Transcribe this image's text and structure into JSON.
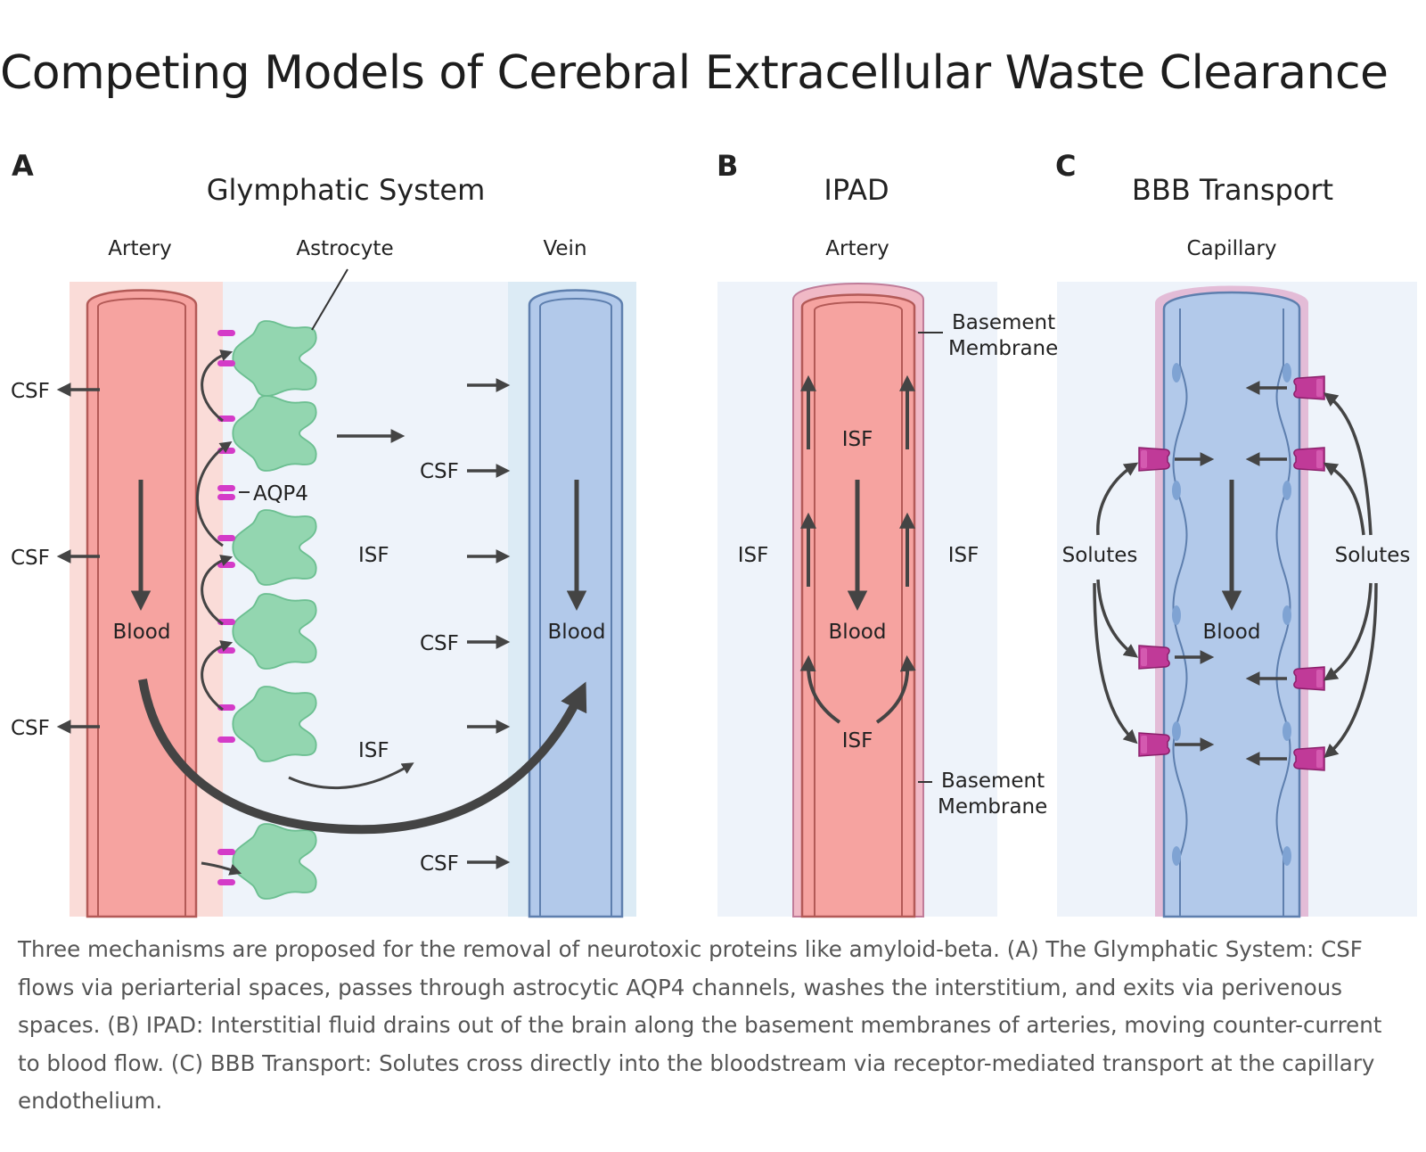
{
  "title": "Competing Models of Cerebral Extracellular Waste Clearance",
  "panels": {
    "a": {
      "letter": "A",
      "title": "Glymphatic System",
      "artery": "Artery",
      "astrocyte": "Astrocyte",
      "vein": "Vein",
      "csf": "CSF",
      "aqp4": "AQP4",
      "isf": "ISF",
      "blood": "Blood"
    },
    "b": {
      "letter": "B",
      "title": "IPAD",
      "artery": "Artery",
      "basement_membrane_line1": "Basement",
      "basement_membrane_line2": "Membrane",
      "isf": "ISF",
      "blood": "Blood"
    },
    "c": {
      "letter": "C",
      "title": "BBB Transport",
      "capillary": "Capillary",
      "solutes": "Solutes",
      "blood": "Blood"
    }
  },
  "colors": {
    "artery": "#f6a3a0",
    "vein": "#b2c9ea",
    "astrocyte": "#93d6b0",
    "aqp4": "#d43bc8",
    "transporter": "#c03a98",
    "arrow": "#444444"
  },
  "caption": "Three mechanisms are proposed for the removal of neurotoxic proteins like amyloid-beta. (A) The Glymphatic System: CSF flows via periarterial spaces, passes through astrocytic AQP4 channels, washes the interstitium, and exits via perivenous spaces. (B) IPAD: Interstitial fluid drains out of the brain along the basement membranes of arteries, moving counter-current to blood flow. (C) BBB Transport: Solutes cross directly into the bloodstream via receptor-mediated transport at the capillary endothelium."
}
